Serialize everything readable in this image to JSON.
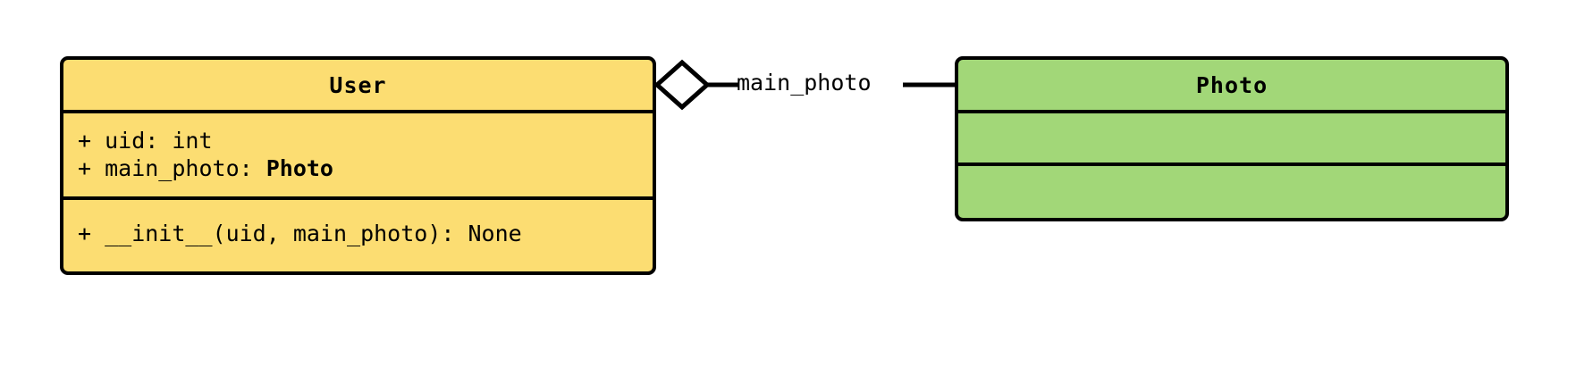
{
  "diagram": {
    "type": "uml-class-diagram",
    "background_color": "#ffffff",
    "classes": [
      {
        "name": "User",
        "fill_color": "#fcdd72",
        "border_color": "#000000",
        "attributes": [
          {
            "visibility": "+",
            "text": "+ uid: int",
            "name": "uid",
            "type": "int",
            "type_bold": false
          },
          {
            "visibility": "+",
            "text": "+ main_photo: ",
            "name": "main_photo",
            "type": "Photo",
            "type_bold": true
          }
        ],
        "methods": [
          {
            "visibility": "+",
            "text": "+ __init__(uid, main_photo): None",
            "name": "__init__",
            "params": "uid, main_photo",
            "returns": "None"
          }
        ]
      },
      {
        "name": "Photo",
        "fill_color": "#a2d778",
        "border_color": "#000000",
        "attributes": [],
        "methods": []
      }
    ],
    "relationships": [
      {
        "kind": "aggregation",
        "label": "main_photo",
        "source": "User",
        "target": "Photo",
        "diamond_fill": "#ffffff",
        "line_color": "#000000"
      }
    ]
  }
}
